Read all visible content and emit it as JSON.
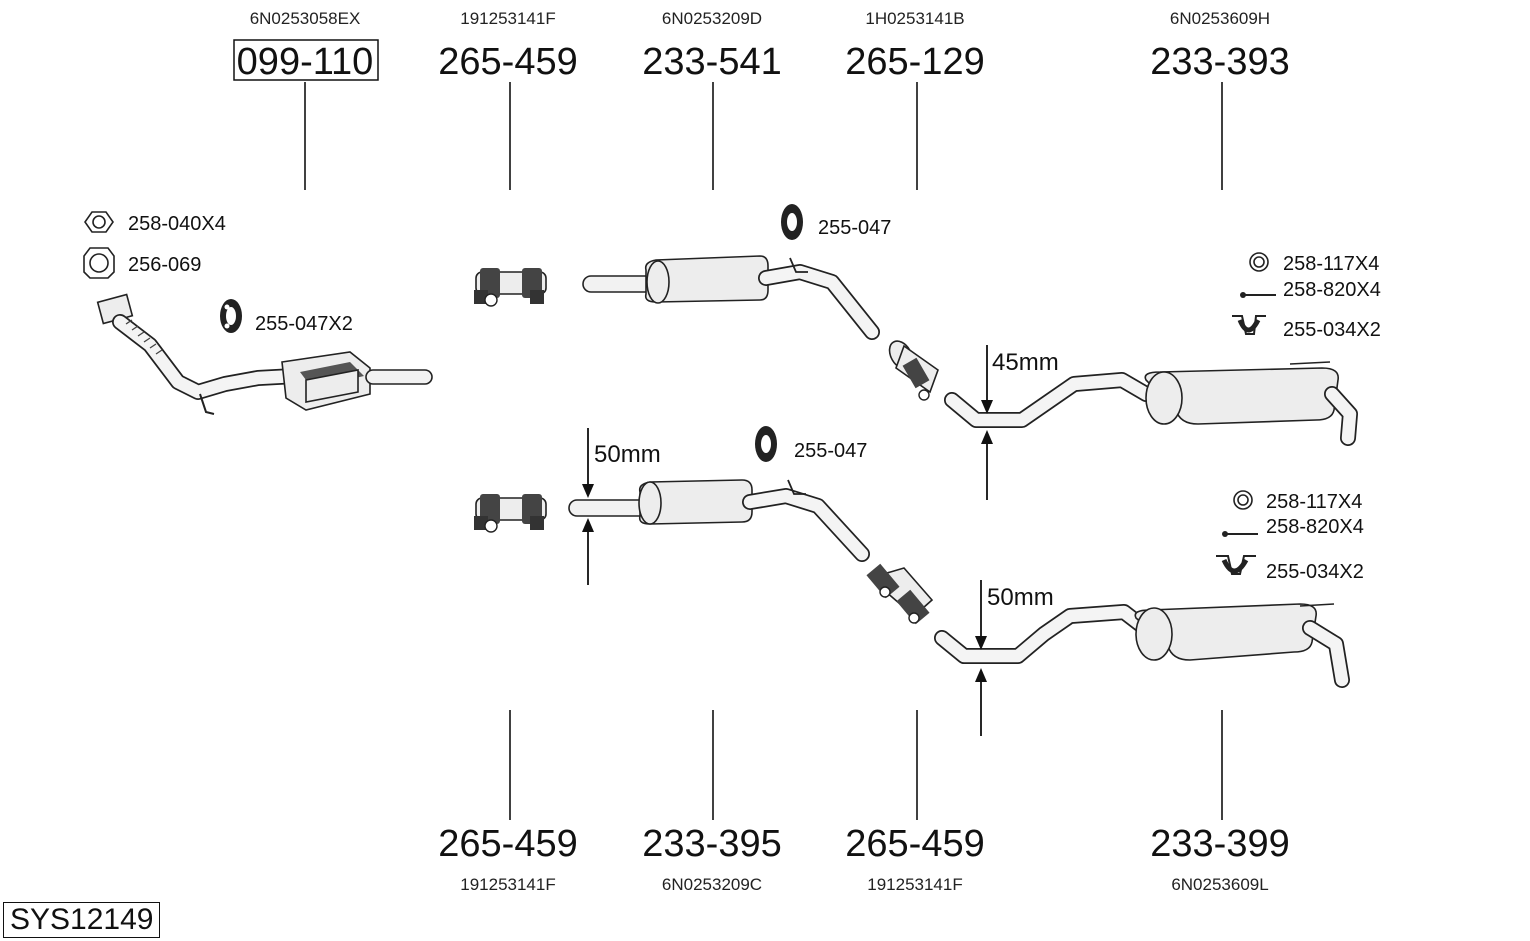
{
  "system_code": "SYS12149",
  "parts_top": [
    {
      "part_no": "099-110",
      "oem": "6N0253058EX",
      "boxed": true
    },
    {
      "part_no": "265-459",
      "oem": "191253141F"
    },
    {
      "part_no": "233-541",
      "oem": "6N0253209D"
    },
    {
      "part_no": "265-129",
      "oem": "1H0253141B"
    },
    {
      "part_no": "233-393",
      "oem": "6N0253609H"
    }
  ],
  "parts_bottom": [
    {
      "part_no": "265-459",
      "oem": "191253141F"
    },
    {
      "part_no": "233-395",
      "oem": "6N0253209C"
    },
    {
      "part_no": "265-459",
      "oem": "191253141F"
    },
    {
      "part_no": "233-399",
      "oem": "6N0253609L"
    }
  ],
  "accessories": {
    "front_nut": "258-040X4",
    "front_gasket": "256-069",
    "front_hanger": "255-047X2",
    "upper_middle_hanger": "255-047",
    "lower_middle_hanger": "255-047",
    "upper_rear_ring": "258-117X4",
    "upper_rear_bolt": "258-820X4",
    "upper_rear_bracket": "255-034X2",
    "lower_rear_ring": "258-117X4",
    "lower_rear_bolt": "258-820X4",
    "lower_rear_bracket": "255-034X2"
  },
  "dimensions": {
    "upper_rear_diameter": "45mm",
    "lower_middle_diameter": "50mm",
    "lower_rear_diameter": "50mm"
  }
}
